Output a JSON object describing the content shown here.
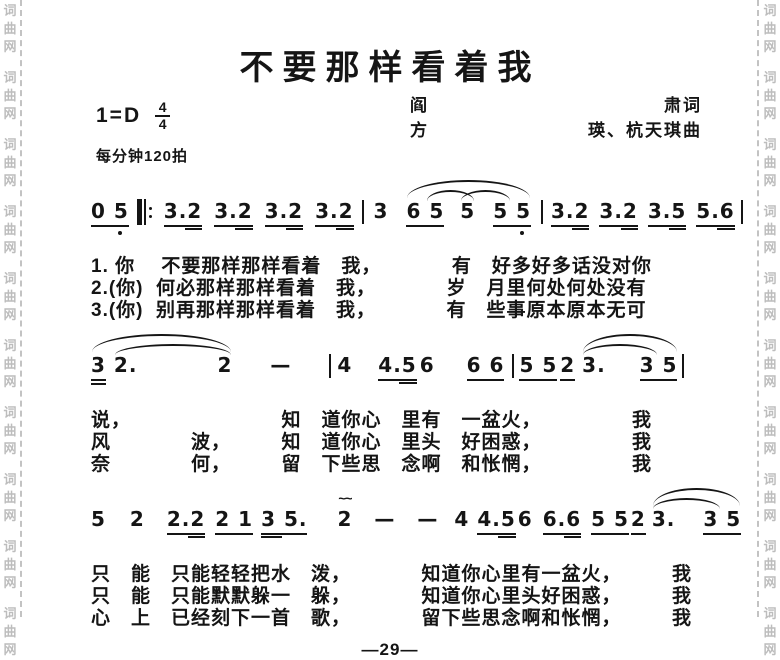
{
  "watermark": {
    "text": "词曲网",
    "repeats": 10
  },
  "title": "不要那样看着我",
  "key_signature": "1=D",
  "time_signature": {
    "numerator": "4",
    "denominator": "4"
  },
  "tempo": "每分钟120拍",
  "credits": {
    "lyricist_name": "阎",
    "lyricist_suffix": "肃词",
    "composer_name": "方",
    "composer_suffix": "瑛、杭天琪曲"
  },
  "page_number": "—29—",
  "systems": [
    {
      "music": {
        "cells": [
          {
            "t": "0 5",
            "u": 1,
            "low": "r"
          },
          {
            "rep": true,
            "g": 8
          },
          {
            "t": "3.2",
            "u": 1,
            "u2": true,
            "g": 12
          },
          {
            "t": "3.2",
            "u": 1,
            "u2": true,
            "g": 12
          },
          {
            "t": "3.2",
            "u": 1,
            "u2": true,
            "g": 12
          },
          {
            "t": "3.2",
            "u": 1,
            "u2": true,
            "g": 12
          },
          {
            "bar": true,
            "g": 8
          },
          {
            "t": "3",
            "g": 10
          },
          {
            "t": "6 5",
            "u": 1,
            "g": 18
          },
          {
            "t": "5",
            "g": 16
          },
          {
            "t": "5 5",
            "u": 1,
            "low": "r",
            "g": 18
          },
          {
            "bar": true,
            "g": 10
          },
          {
            "t": "3.2",
            "u": 1,
            "u2": true,
            "g": 8
          },
          {
            "t": "3.2",
            "u": 1,
            "u2": true,
            "g": 10
          },
          {
            "t": "3.5",
            "u": 1,
            "u2": true,
            "g": 10
          },
          {
            "t": "5.6",
            "u": 1,
            "u2": true,
            "g": 10
          },
          {
            "bar": true,
            "g": 6
          }
        ],
        "arcs": [
          {
            "from": 8,
            "to": 10,
            "lift": 1
          },
          {
            "from": 8,
            "to": 9,
            "lift": 0,
            "fr": true
          },
          {
            "from": 9,
            "to": 10,
            "lift": 0,
            "tl": true
          }
        ]
      },
      "lyrics": [
        "1. 你　 不要那样那样看着　我，　　　　有　好多好多话没对你",
        "2.(你)  何必那样那样看着　我，　　　　岁　月里何处何处没有",
        "3.(你)  别再那样那样看着　我，　　　　有　些事原本原本无可"
      ]
    },
    {
      "music": {
        "cells": [
          {
            "t": "3",
            "u": 2
          },
          {
            "t": "2.",
            "g": 8
          },
          {
            "t": "2",
            "g": 80
          },
          {
            "t": "—",
            "g": 38
          },
          {
            "bar": true,
            "g": 38
          },
          {
            "t": "4",
            "g": 6
          },
          {
            "t": "4.5",
            "u": 1,
            "u2": true,
            "g": 26
          },
          {
            "t": "6",
            "g": 3
          },
          {
            "t": "6 6",
            "u": 1,
            "g": 32
          },
          {
            "bar": true,
            "g": 8
          },
          {
            "t": "5 5",
            "u": 1,
            "g": 5
          },
          {
            "t": "2",
            "u": 1,
            "g": 3
          },
          {
            "t": "3.",
            "g": 7
          },
          {
            "t": "3 5",
            "u": 1,
            "g": 34
          },
          {
            "bar": true,
            "g": 5
          }
        ],
        "arcs": [
          {
            "from": 0,
            "to": 2,
            "lift": 1
          },
          {
            "from": 1,
            "to": 2,
            "lift": 0
          },
          {
            "from": 12,
            "to": 13,
            "lift": 1
          },
          {
            "from": 12,
            "to": 13,
            "lift": 0,
            "tl": true
          }
        ]
      },
      "lyrics": [
        "说，　　　　　　　　知　道你心　里有　一盆火，　　　　　我",
        "风　　　　波，　　　知　道你心　里头　好困惑，　　　　　我",
        "奈　　　　何，　　　留　下些思　念啊　和怅惘，　　　　　我"
      ]
    },
    {
      "music": {
        "cells": [
          {
            "t": "5"
          },
          {
            "t": "2",
            "g": 24
          },
          {
            "t": "2.2",
            "u": 1,
            "u2": true,
            "g": 22
          },
          {
            "t": "2 1",
            "u": 1,
            "g": 10
          },
          {
            "bar": true,
            "g": 4
          },
          {
            "t": "3 5.",
            "u": 1,
            "u2": true,
            "u2l": true,
            "g": 4
          },
          {
            "t": "2",
            "mord": true,
            "g": 30
          },
          {
            "t": "—",
            "g": 22
          },
          {
            "t": "—",
            "g": 22
          },
          {
            "bar": true,
            "g": 12
          },
          {
            "t": "4",
            "g": 4
          },
          {
            "t": "4.5",
            "u": 1,
            "u2": true,
            "g": 8
          },
          {
            "t": "6",
            "g": 2
          },
          {
            "t": "6.6",
            "u": 1,
            "u2": true,
            "g": 10
          },
          {
            "bar": true,
            "g": 6
          },
          {
            "t": "5 5",
            "u": 1,
            "g": 4
          },
          {
            "t": "2",
            "u": 1,
            "g": 2
          },
          {
            "t": "3.",
            "g": 6
          },
          {
            "t": "3 5",
            "u": 1,
            "g": 28
          },
          {
            "bar": true,
            "g": 4
          }
        ],
        "arcs": [
          {
            "from": 17,
            "to": 18,
            "lift": 1
          },
          {
            "from": 17,
            "to": 18,
            "lift": 0,
            "tl": true
          }
        ]
      },
      "lyrics": [
        "只　能　只能轻轻把水　泼，　　　　知道你心里有一盆火，　　　我",
        "只　能　只能默默躲一　躲，　　　　知道你心里头好困惑，　　　我",
        "心　上　已经刻下一首　歌，　　　　留下些思念啊和怅惘，　　　我"
      ]
    }
  ]
}
